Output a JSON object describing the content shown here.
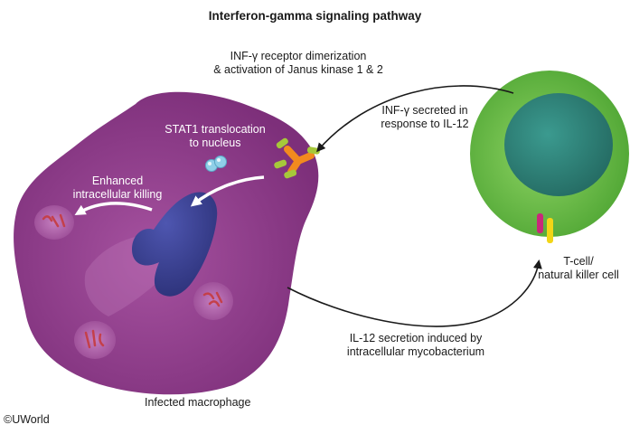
{
  "title": "Interferon-gamma signaling pathway",
  "labels": {
    "receptor_line1": "INF-γ receptor dimerization",
    "receptor_line2": "& activation of Janus kinase 1 & 2",
    "secreted_line1": "INF-γ secreted in",
    "secreted_line2": "response to IL-12",
    "stat1_line1": "STAT1 translocation",
    "stat1_line2": "to nucleus",
    "killing_line1": "Enhanced",
    "killing_line2": "intracellular killing",
    "tcell_line1": "T-cell/",
    "tcell_line2": "natural killer cell",
    "il12_line1": "IL-12 secretion induced by",
    "il12_line2": "intracellular mycobacterium",
    "macrophage": "Infected macrophage",
    "copyright": "©UWorld"
  },
  "colors": {
    "macrophage": "#8e3d8a",
    "macrophage_light": "#b565ae",
    "nucleus": "#3a3f8f",
    "tcell": "#6ec04a",
    "tcell_nucleus": "#2f7f78",
    "receptor": "#f28a1e",
    "bacteria": "#c4404a",
    "arrow": "#1a1a1a",
    "stat1": "#8fd0e8"
  }
}
